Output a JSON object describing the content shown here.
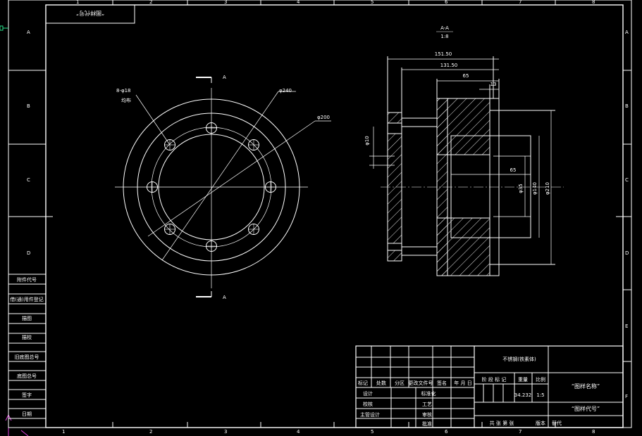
{
  "drawing": {
    "stamp_label": "“图样代号”",
    "zones_top": [
      "1",
      "2",
      "3",
      "4",
      "5",
      "6",
      "7",
      "8"
    ],
    "zones_left": [
      "A",
      "B",
      "C",
      "D"
    ],
    "zones_right": [
      "A",
      "B",
      "C",
      "D",
      "E",
      "F"
    ],
    "front_view": {
      "section_mark": "A",
      "hole_note": "8-φ18",
      "hole_note_sub": "均布",
      "dia_240": "φ240",
      "dia_200": "φ200"
    },
    "section_view": {
      "title": "A-A",
      "scale": "1:8",
      "dim_151": "151.50",
      "dim_131": "131.50",
      "dim_65_top": "65",
      "dim_13": "13",
      "dim_65_mid": "65",
      "dim_10": "φ10",
      "dim_35": "φ35",
      "dim_140": "φ140",
      "dim_210": "φ210"
    },
    "side_table": {
      "rows": [
        "借(通)用件登记",
        "描图",
        "描校",
        "旧底图总号",
        "底图总号",
        "签字",
        "日期"
      ],
      "header": "附件代号"
    },
    "title_block": {
      "material": "不锈钢(铁素体)",
      "drawing_name": "“图样名称”",
      "drawing_code": "“图样代号”",
      "stage_label": "阶 段 标 记",
      "weight_label": "重量",
      "scale_label": "比例",
      "weight_value": "34.232",
      "scale_value": "1:5",
      "rev_headers": [
        "标记",
        "处数",
        "分区",
        "更改文件号",
        "签名",
        "年 月 日"
      ],
      "left_roles": [
        "设计",
        "校核",
        "主管设计"
      ],
      "mid_roles": [
        "标准化",
        "工艺",
        "审核",
        "批准"
      ],
      "bottom_row": [
        "共  张  第  张",
        "版本",
        "替代"
      ]
    }
  }
}
